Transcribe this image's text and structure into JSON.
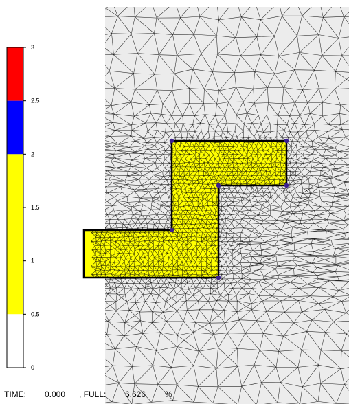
{
  "colorbar": {
    "ticks": [
      "3",
      "2.5",
      "2",
      "1.5",
      "1",
      "0.5",
      "0"
    ],
    "bands": [
      {
        "from": 2.5,
        "to": 3.0,
        "color": "#ff0000"
      },
      {
        "from": 2.0,
        "to": 2.5,
        "color": "#0000ff"
      },
      {
        "from": 0.5,
        "to": 2.0,
        "color": "#ffff00"
      },
      {
        "from": 0.0,
        "to": 0.5,
        "color": "#ffffff"
      }
    ],
    "min": 0,
    "max": 3
  },
  "mesh": {
    "background": "#ececec",
    "line_color": "#000000",
    "fill_color": "#ffff00",
    "node_color": "#3a1f8f"
  },
  "status": {
    "time_label": "TIME:",
    "time_value": "0.000",
    "full_label": ", FULL:",
    "full_value": "6.626",
    "percent": "%"
  }
}
